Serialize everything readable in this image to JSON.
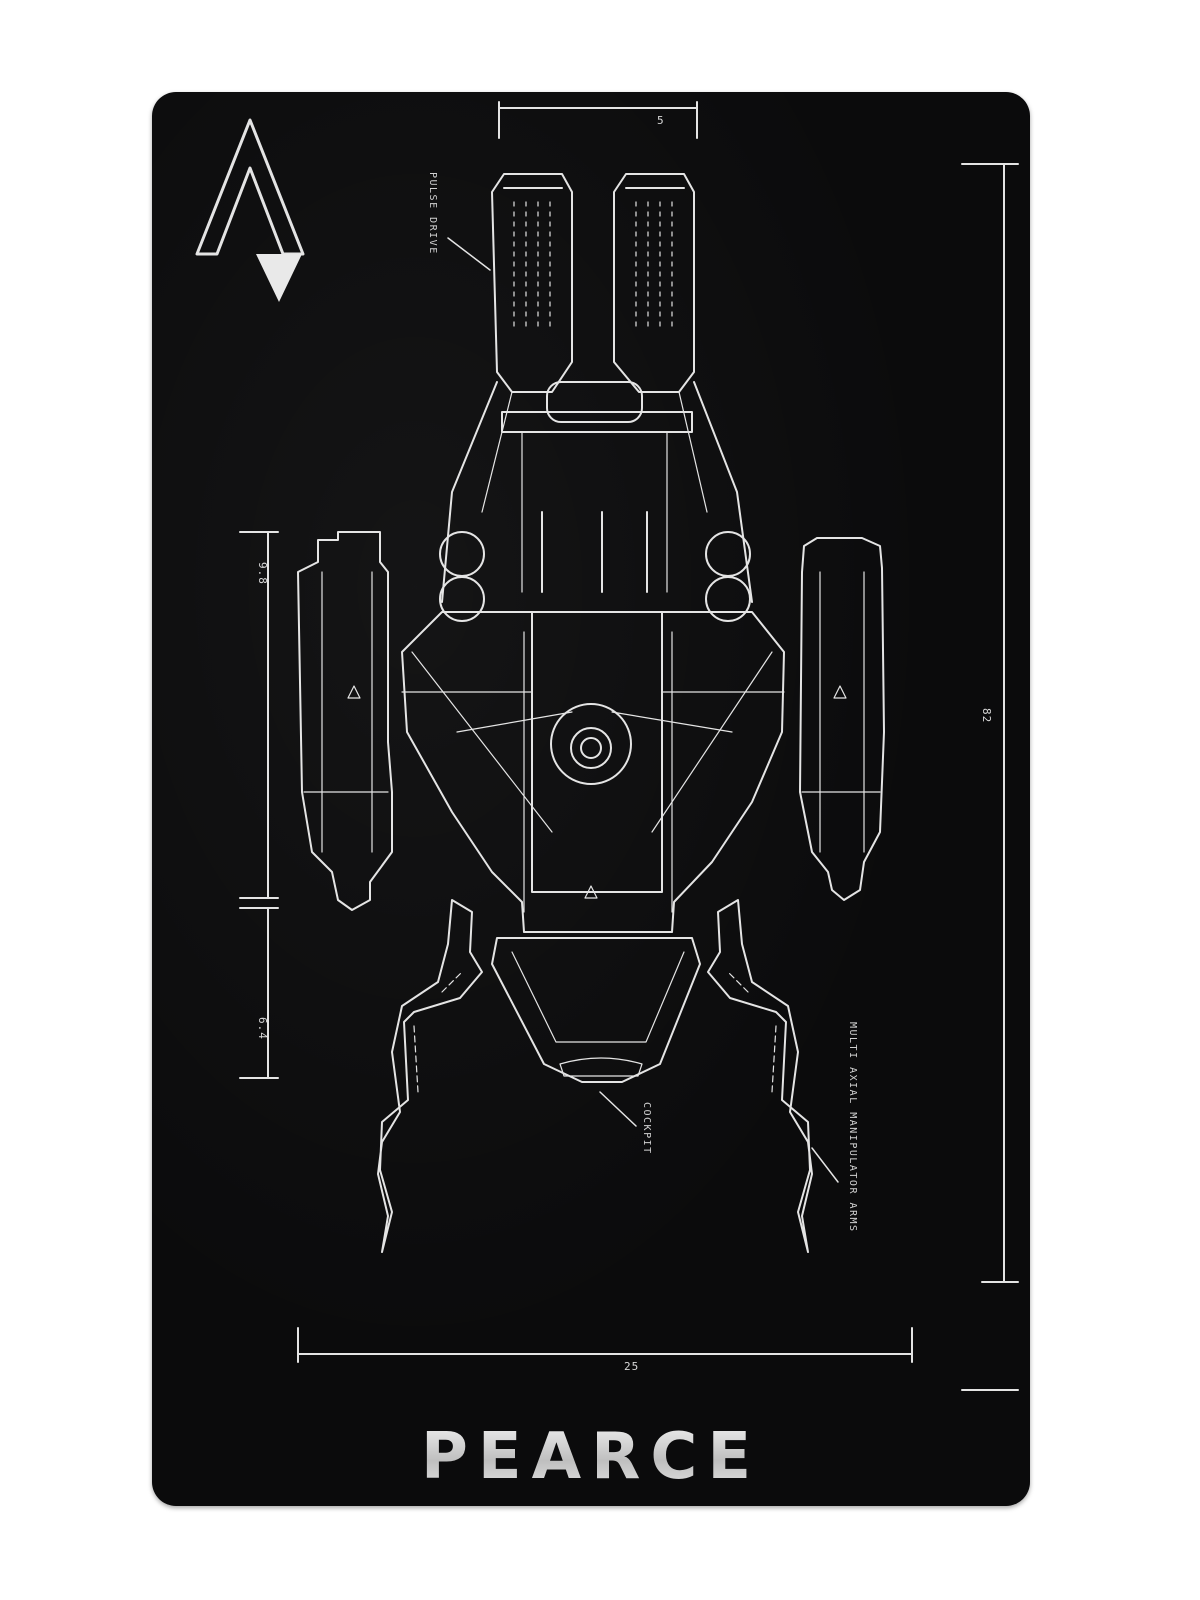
{
  "card": {
    "name": "PEARCE",
    "colors": {
      "card": "#0b0b0c",
      "engraving": "#e6e6e6",
      "page": "#ffffff"
    }
  },
  "dimensions": {
    "top": "5",
    "right": "82",
    "left_upper": "9.8",
    "left_lower": "6.4",
    "bottom": "25"
  },
  "callouts": {
    "pulse_drive": "PULSE DRIVE",
    "cockpit": "COCKPIT",
    "manipulator_arms": "MULTI AXIAL MANIPULATOR ARMS"
  },
  "icons": {
    "logo": "triangle-a-logo-icon",
    "side_marks": "small-a-logo-icon"
  }
}
